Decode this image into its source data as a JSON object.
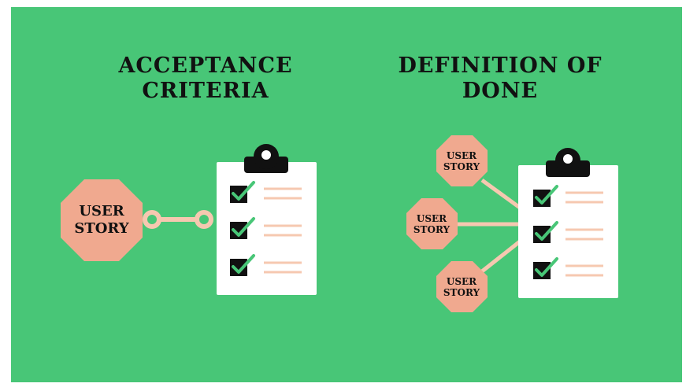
{
  "colors": {
    "background": "#48c677",
    "octagon": "#f0a98f",
    "connector": "#f6c8b0",
    "clipboard": "#ffffff",
    "checkbox": "#111111",
    "check": "#48c677",
    "lines": "#f6c8b0",
    "clip": "#111111"
  },
  "acceptance_criteria": {
    "title_line1": "ACCEPTANCE",
    "title_line2": "CRITERIA",
    "story_line1": "USER",
    "story_line2": "STORY",
    "checklist_items": 3
  },
  "definition_of_done": {
    "title_line1": "DEFINITION OF",
    "title_line2": "DONE",
    "stories": [
      {
        "line1": "USER",
        "line2": "STORY"
      },
      {
        "line1": "USER",
        "line2": "STORY"
      },
      {
        "line1": "USER",
        "line2": "STORY"
      }
    ],
    "checklist_items": 3
  }
}
